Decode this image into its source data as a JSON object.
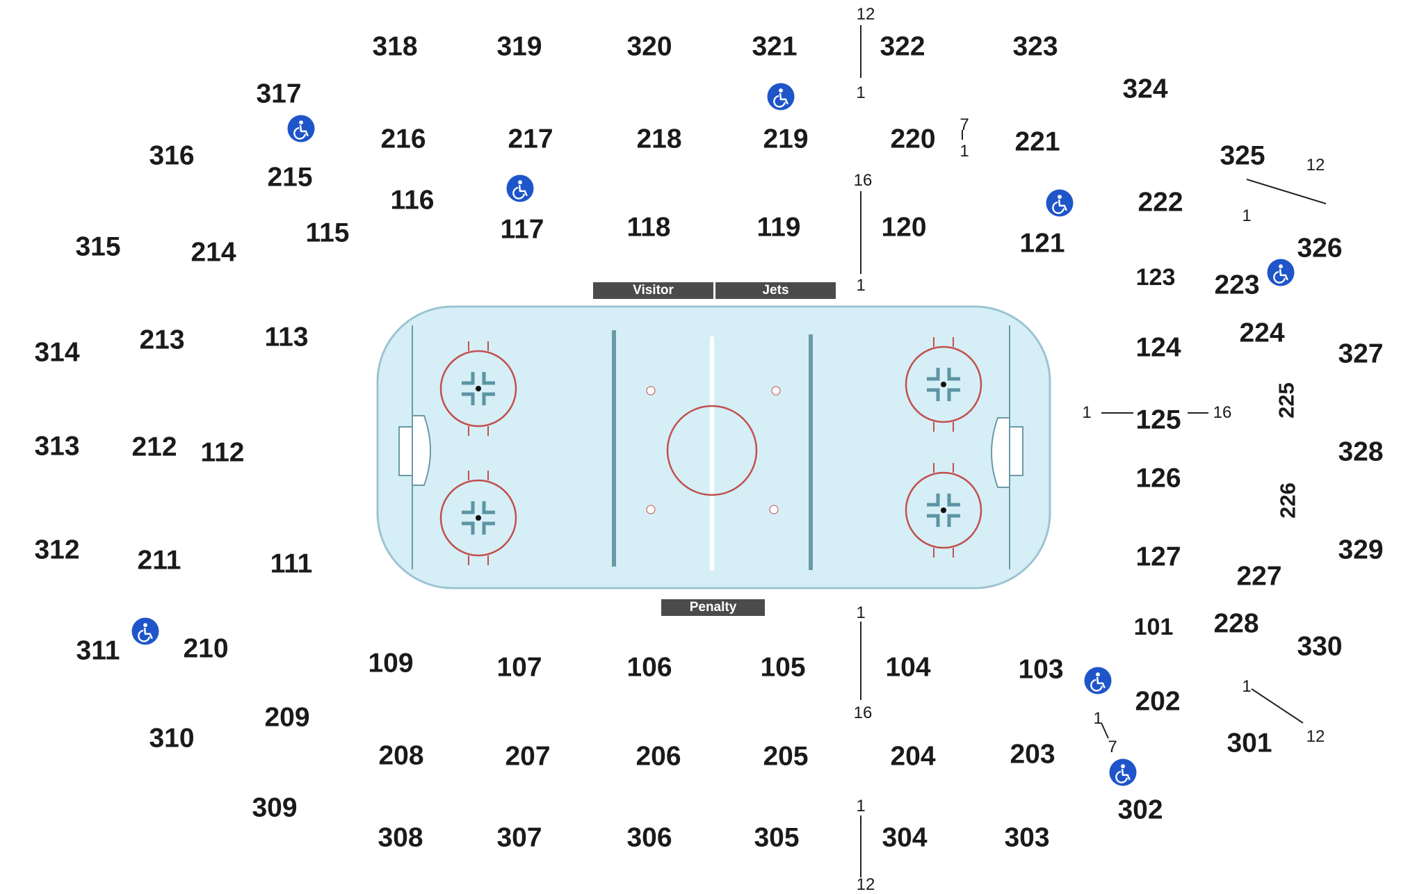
{
  "map": {
    "benches": {
      "visitor": "Visitor",
      "home": "Jets",
      "penalty": "Penalty"
    },
    "colors": {
      "ice": "#d6eef6",
      "boards": "#9cc4d2",
      "red_line": "#c0504d",
      "blue_line": "#6a9aa8",
      "center_line": "#ffffff",
      "accessible": "#1e55c9"
    },
    "accessible_icon": "wheelchair-icon",
    "sections": {
      "upper": [
        "318",
        "319",
        "320",
        "321",
        "322",
        "323",
        "317",
        "324",
        "316",
        "325",
        "315",
        "326",
        "314",
        "327",
        "313",
        "328",
        "312",
        "329",
        "311",
        "330",
        "310",
        "301",
        "309",
        "302",
        "308",
        "307",
        "306",
        "305",
        "304",
        "303"
      ],
      "mid": [
        "216",
        "217",
        "218",
        "219",
        "220",
        "221",
        "215",
        "222",
        "214",
        "223",
        "213",
        "224",
        "212",
        "225",
        "211",
        "226",
        "210",
        "227",
        "209",
        "228",
        "208",
        "207",
        "206",
        "205",
        "204",
        "203",
        "202"
      ],
      "lower": [
        "116",
        "117",
        "118",
        "119",
        "120",
        "121",
        "115",
        "123",
        "113",
        "124",
        "112",
        "125",
        "111",
        "126",
        "127",
        "109",
        "107",
        "106",
        "105",
        "104",
        "103",
        "101"
      ]
    },
    "row_labels": [
      "12",
      "1",
      "7",
      "1",
      "16",
      "1",
      "12",
      "1",
      "1",
      "16",
      "1",
      "16",
      "1",
      "7",
      "1",
      "12",
      "1",
      "12"
    ]
  }
}
